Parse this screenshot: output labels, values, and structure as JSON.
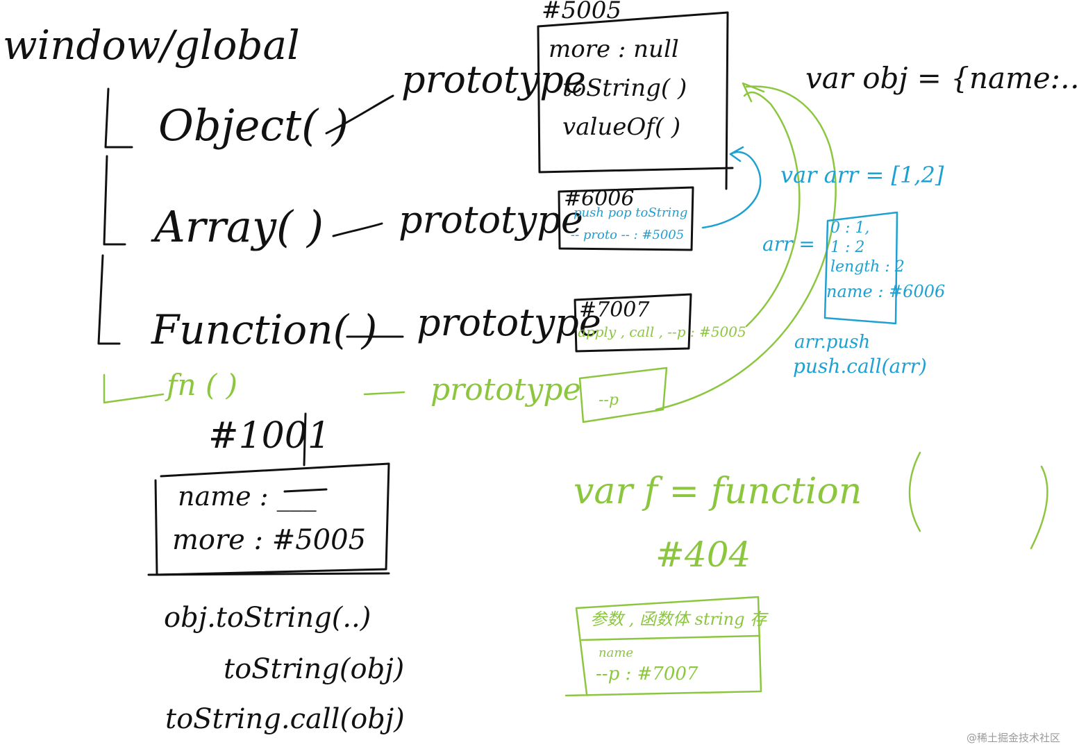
{
  "colors": {
    "ink_black": "#111111",
    "ink_green": "#8cc63f",
    "ink_blue": "#1ea0d2",
    "watermark": "#9a9a9a"
  },
  "black": {
    "root_label": "window/global",
    "object_ctor": "Object( )",
    "array_ctor": "Array( )",
    "function_ctor": "Function( )",
    "object_prototype_label": "prototype",
    "array_prototype_label": "prototype",
    "function_prototype_label": "prototype",
    "box_5005": {
      "address": "#5005",
      "lines": [
        "more : null",
        "toString( )",
        "valueOf( )"
      ]
    },
    "box_6006": {
      "address": "#6006"
    },
    "box_7007": {
      "address": "#7007"
    },
    "var_obj": "var obj = {name:…}",
    "box_1001": {
      "address": "#1001",
      "lines": [
        "name : ___",
        "more : #5005"
      ]
    },
    "calls": [
      "obj.toString(..)",
      "toString(obj)",
      "toString.call(obj)"
    ]
  },
  "blue": {
    "box_6006_lines": [
      "push  pop  toString",
      "-- proto -- : #5005"
    ],
    "var_arr": "var arr = [1,2]",
    "arr_label": "arr =",
    "arr_box_lines": [
      "0 : 1,",
      "1 : 2",
      "length : 2",
      "name : #6006"
    ],
    "arr_calls": [
      "arr.push",
      "push.call(arr)"
    ]
  },
  "green": {
    "box_7007_line": "apply , call , --p : #5005",
    "fn_ctor": "fn ( )",
    "fn_prototype_label": "prototype",
    "fn_proto_box_line": "--p",
    "var_f": "var f = function",
    "box_404": {
      "address": "#404",
      "lines": [
        "参数 , 函数体  string 存",
        "name",
        "--p : #7007"
      ]
    }
  },
  "watermark": "@稀土掘金技术社区"
}
